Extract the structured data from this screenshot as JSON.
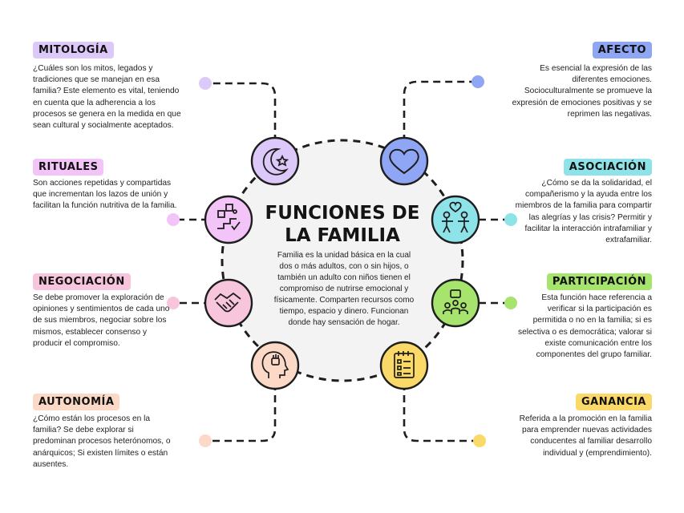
{
  "center": {
    "title_line1": "FUNCIONES DE",
    "title_line2": "LA FAMILIA",
    "description": "Familia es la unidad básica en la cual dos o más adultos, con o sin hijos, o también un adulto con niños tienen el compromiso de nutrirse emocional y físicamente. Comparten recursos como tiempo, espacio y dinero. Funcionan donde hay sensación de hogar."
  },
  "functions": {
    "mitologia": {
      "label": "MITOLOGÍA",
      "text": "¿Cuáles son los mitos, legados y tradiciones que se manejan en esa familia? Este elemento es vital, teniendo en cuenta que la adherencia a los procesos se genera en la medida en que sean cultural y socialmente aceptados.",
      "color": "#ddc9f9",
      "icon": "moon-star-icon"
    },
    "rituales": {
      "label": "RITUALES",
      "text": "Son acciones repetidas y compartidas que incrementan los lazos de unión y facilitan la función nutritiva de la familia.",
      "color": "#f2c4f7",
      "icon": "ritual-steps-icon"
    },
    "negociacion": {
      "label": "NEGOCIACIÓN",
      "text": "Se debe promover la exploración de opiniones y sentimientos de cada uno de sus miembros, negociar sobre los mismos, establecer consenso y producir el compromiso.",
      "color": "#f8c6dc",
      "icon": "handshake-icon"
    },
    "autonomia": {
      "label": "AUTONOMÍA",
      "text": "¿Cómo están los procesos en la familia? Se debe explorar si predominan procesos heterónomos, o anárquicos; Si existen límites o están ausentes.",
      "color": "#fcd9c7",
      "icon": "head-fist-icon"
    },
    "afecto": {
      "label": "AFECTO",
      "text": "Es esencial la expresión de las diferentes emociones. Socioculturalmente se promueve la expresión de emociones positivas y se reprimen las negativas.",
      "color": "#8fa6f4",
      "icon": "heart-icon"
    },
    "asociacion": {
      "label": "ASOCIACIÓN",
      "text": "¿Cómo se da la solidaridad, el compañerismo y la ayuda entre los miembros de la familia para compartir las alegrías y las crisis? Permitir y facilitar la interacción intrafamiliar y extrafamiliar.",
      "color": "#8ee3e8",
      "icon": "people-heart-icon"
    },
    "participacion": {
      "label": "PARTICIPACIÓN",
      "text": "Esta función hace referencia a verificar si la participación es permitida o no en la familia; si es selectiva o es democrática; valorar si existe comunicación entre los componentes del grupo familiar.",
      "color": "#a6e46e",
      "icon": "group-meeting-icon"
    },
    "ganancia": {
      "label": "GANANCIA",
      "text": "Referida a la promoción en la familia para emprender nuevas actividades conducentes al familiar desarrollo individual y (emprendimiento).",
      "color": "#fbd968",
      "icon": "checklist-icon"
    }
  }
}
